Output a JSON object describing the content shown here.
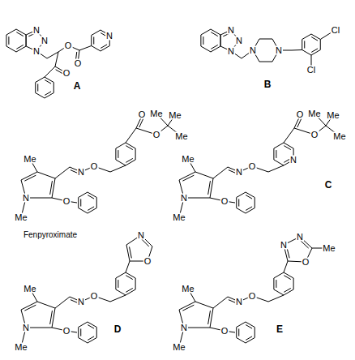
{
  "diagram": {
    "labels": [
      "N",
      "N",
      "N",
      "O",
      "O",
      "N",
      "O",
      "A",
      "N",
      "N",
      "N",
      "N",
      "N",
      "Cl",
      "Cl",
      "B",
      "O",
      "Me",
      "Me",
      "O",
      "Me",
      "Me",
      "N",
      "O",
      "N",
      "O",
      "Me",
      "Fenpyroximate",
      "O",
      "Me",
      "Me",
      "O",
      "Me",
      "Me",
      "N",
      "O",
      "N",
      "N",
      "O",
      "Me",
      "C",
      "N",
      "O",
      "Me",
      "N",
      "O",
      "N",
      "O",
      "Me",
      "D",
      "N",
      "N",
      "Me",
      "O",
      "Me",
      "N",
      "O",
      "N",
      "O",
      "Me",
      "E"
    ]
  }
}
